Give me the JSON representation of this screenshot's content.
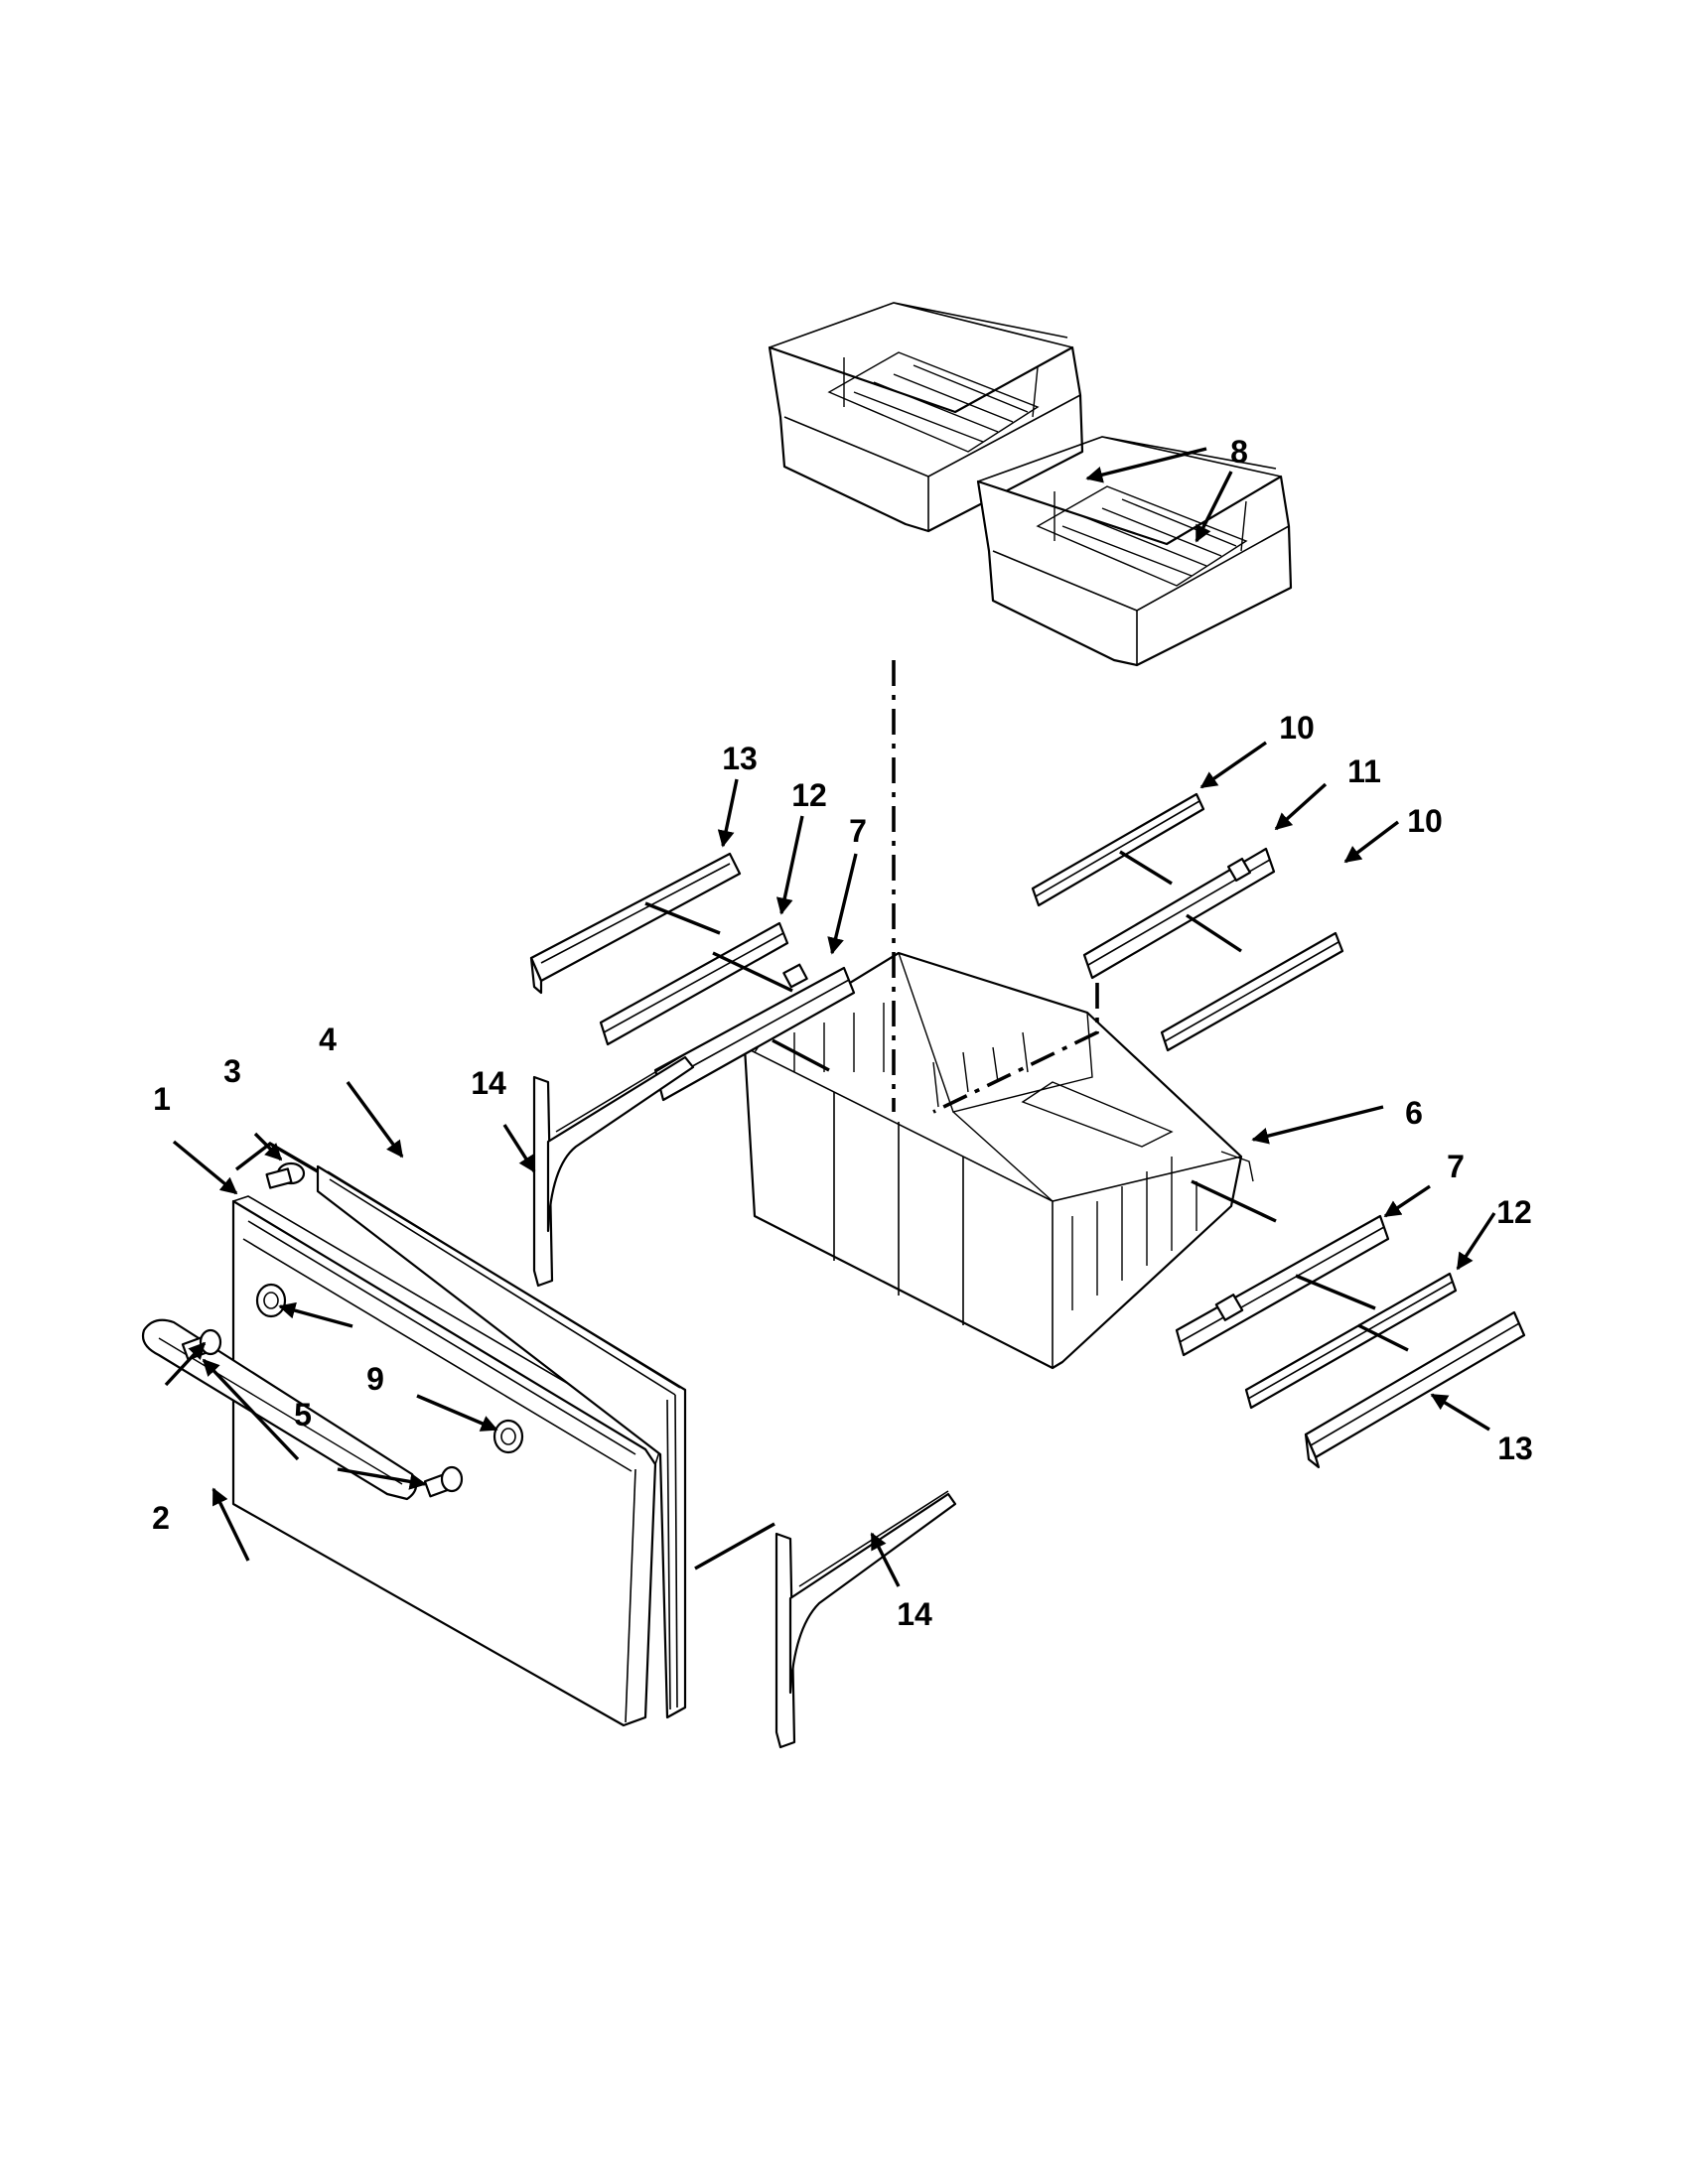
{
  "callouts": {
    "c1": "1",
    "c2": "2",
    "c3": "3",
    "c4": "4",
    "c5": "5",
    "c6": "6",
    "c7a": "7",
    "c7b": "7",
    "c8": "8",
    "c9": "9",
    "c10a": "10",
    "c10b": "10",
    "c11": "11",
    "c12a": "12",
    "c12b": "12",
    "c13a": "13",
    "c13b": "13",
    "c14a": "14",
    "c14b": "14"
  },
  "colors": {
    "line": "#000000",
    "background": "#ffffff"
  }
}
